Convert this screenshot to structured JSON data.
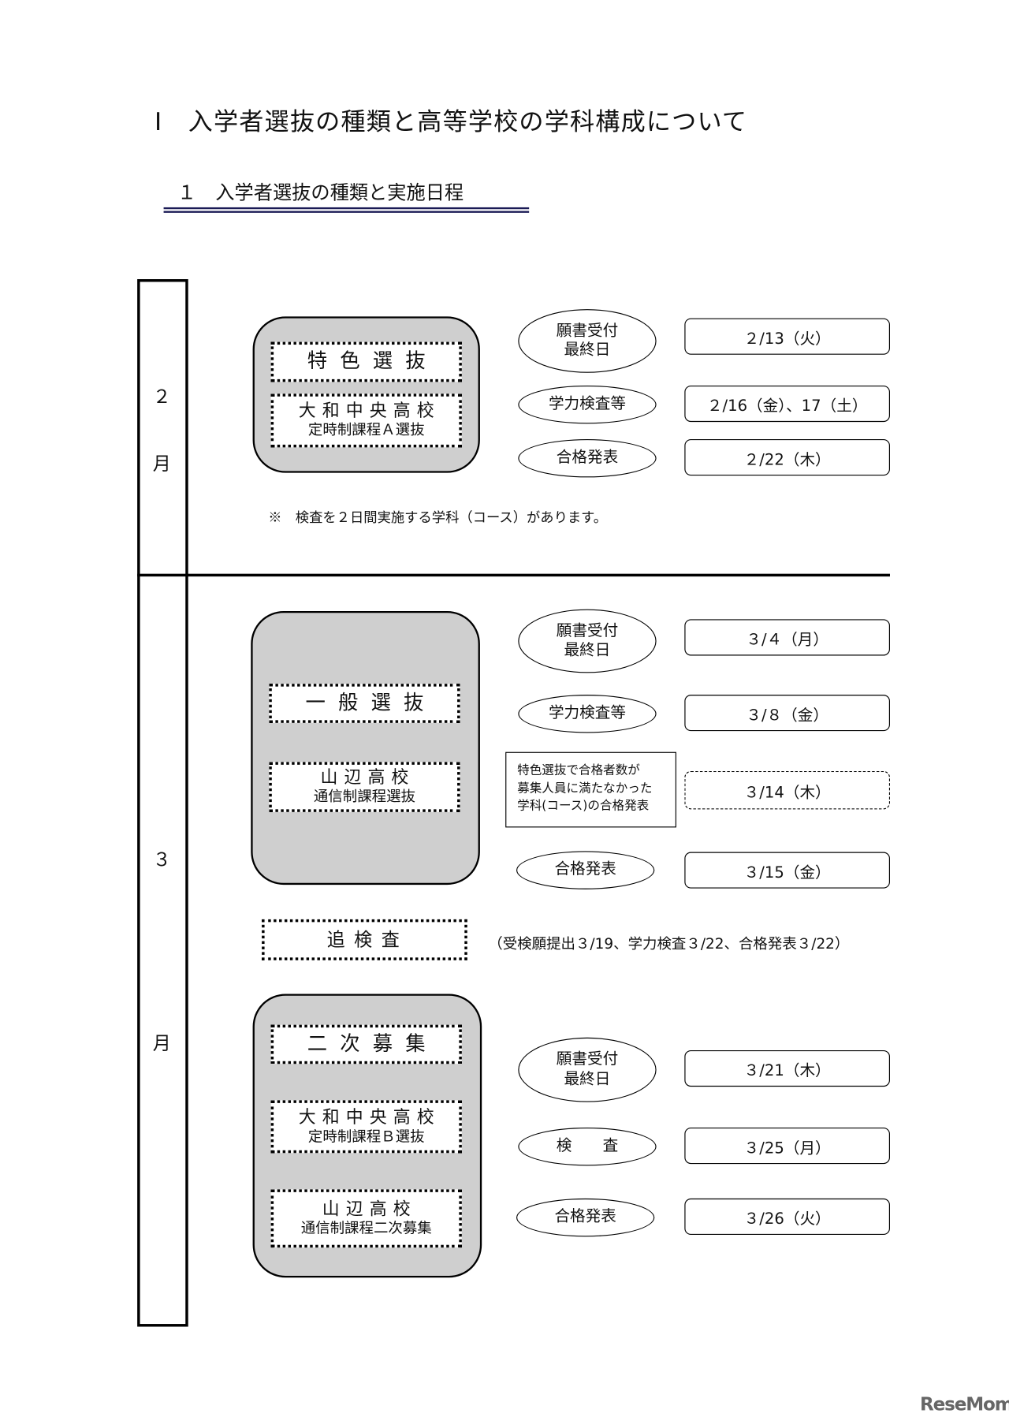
{
  "heading": "Ⅰ　入学者選抜の種類と高等学校の学科構成について",
  "subheading": "１　入学者選抜の種類と実施日程",
  "months": {
    "feb_num": "２",
    "feb_unit": "月",
    "mar_num": "３",
    "mar_unit": "月"
  },
  "february": {
    "selections": [
      {
        "line1": "特色選抜"
      },
      {
        "line1": "大和中央高校",
        "line2": "定時制課程Ａ選抜"
      }
    ],
    "schedule": [
      {
        "event_line1": "願書受付",
        "event_line2": "最終日",
        "date": "２/13（火）"
      },
      {
        "event_line1": "学力検査等",
        "date": "２/16（金）、17（土）"
      },
      {
        "event_line1": "合格発表",
        "date": "２/22（木）"
      }
    ],
    "note": "※　検査を２日間実施する学科（コース）があります。"
  },
  "march_general": {
    "selections": [
      {
        "line1": "一般選抜"
      },
      {
        "line1": "山辺高校",
        "line2": "通信制課程選抜"
      }
    ],
    "schedule": [
      {
        "event_line1": "願書受付",
        "event_line2": "最終日",
        "date": "３/４（月）"
      },
      {
        "event_line1": "学力検査等",
        "date": "３/８（金）"
      },
      {
        "event_line1": "特色選抜で合格者数が",
        "event_line2": "募集人員に満たなかった",
        "event_line3": "学科(コース)の合格発表",
        "date": "３/14（木）"
      },
      {
        "event_line1": "合格発表",
        "date": "３/15（金）"
      }
    ]
  },
  "followup": {
    "label": "追検査",
    "details": "（受検願提出３/19、学力検査３/22、合格発表３/22）"
  },
  "march_second": {
    "selections": [
      {
        "line1": "二次募集"
      },
      {
        "line1": "大和中央高校",
        "line2": "定時制課程Ｂ選抜"
      },
      {
        "line1": "山辺高校",
        "line2": "通信制課程二次募集"
      }
    ],
    "schedule": [
      {
        "event_line1": "願書受付",
        "event_line2": "最終日",
        "date": "３/21（木）"
      },
      {
        "event_line1": "検　　査",
        "date": "３/25（月）"
      },
      {
        "event_line1": "合格発表",
        "date": "３/26（火）"
      }
    ]
  },
  "watermark": "ReseMom",
  "colors": {
    "group_fill": "#cfcfcf",
    "underline": "#1a1a55"
  }
}
